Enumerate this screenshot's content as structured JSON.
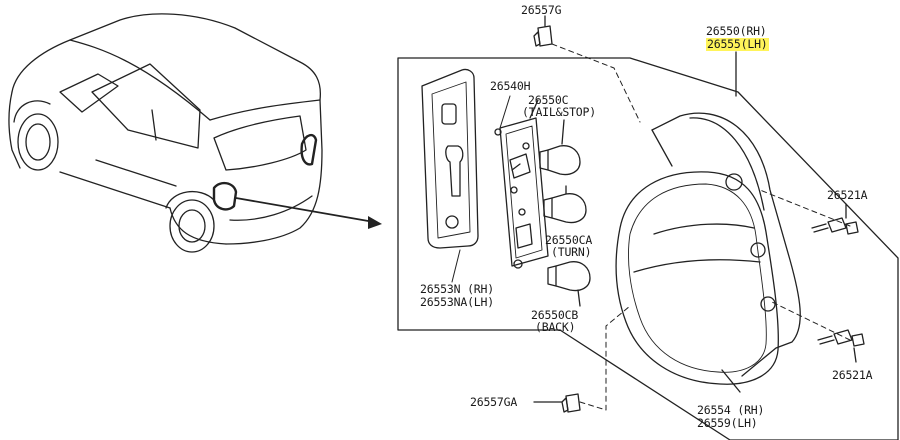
{
  "parts": {
    "p26557g": "26557G",
    "p26550": "26550(RH)",
    "p26555": "26555(LH)",
    "p26540h": "26540H",
    "p26550c": "26550C",
    "p26550c_desc": "(TAIL&STOP)",
    "p26521a_top": "26521A",
    "p26550ca": "26550CA",
    "p26550ca_desc": "(TURN)",
    "p26553n": "26553N (RH)",
    "p26553na": "26553NA(LH)",
    "p26550cb": "26550CB",
    "p26550cb_desc": "(BACK)",
    "p26521a_bottom": "26521A",
    "p26557ga": "26557GA",
    "p26554": "26554 (RH)",
    "p26559": "26559(LH)"
  },
  "highlight_color": "#fff45a"
}
